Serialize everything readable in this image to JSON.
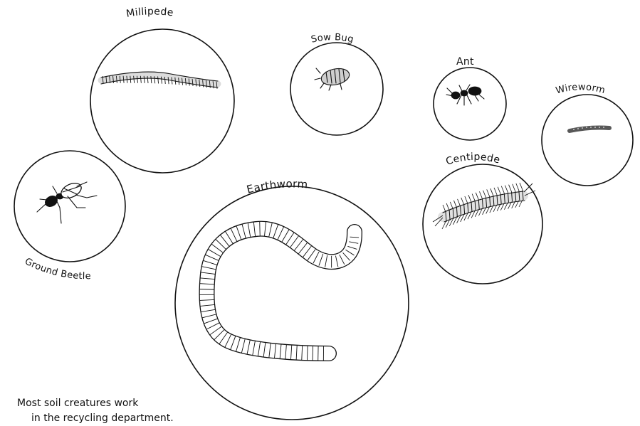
{
  "creatures": {
    "millipede": "Millipede",
    "sow_bug": "Sow Bug",
    "ant": "Ant",
    "wireworm": "Wireworm",
    "centipede": "Centipede",
    "earthworm": "Earthworm",
    "ground_beetle": "Ground Beetle"
  },
  "caption": {
    "line1": "Most soil creatures work",
    "line2": "in the recycling department."
  }
}
